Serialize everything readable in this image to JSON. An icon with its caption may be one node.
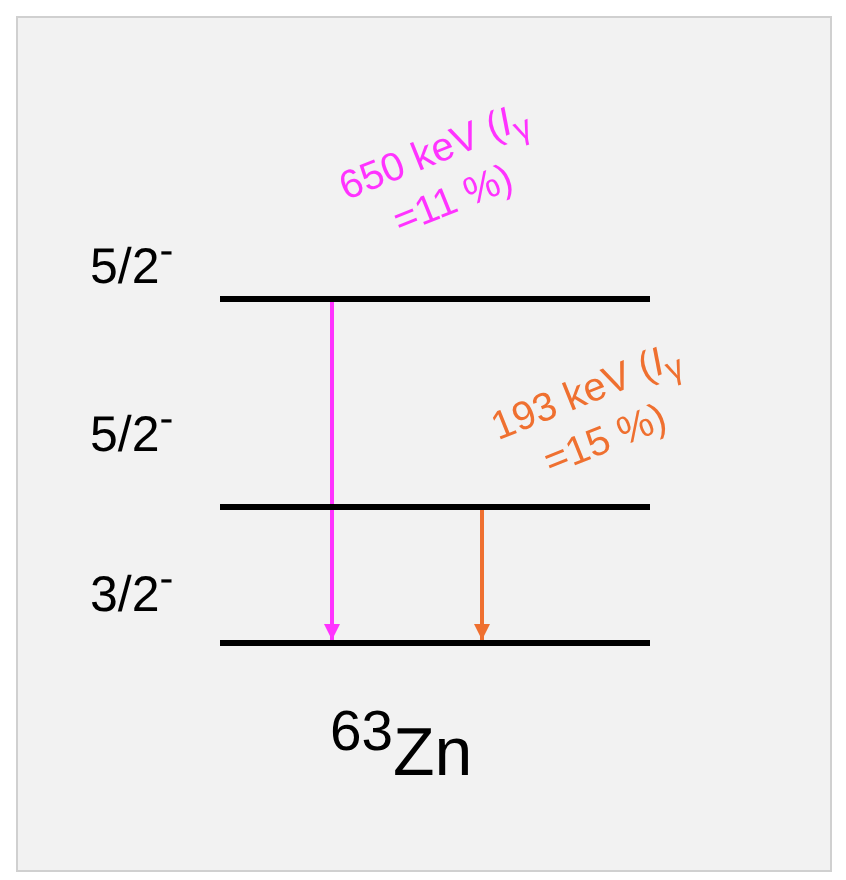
{
  "diagram": {
    "nodes": [
      {
        "text": [],
        "shape": "bar",
        "beside": [
          "5/2$^{-}$"
        ]
      },
      {
        "text": [],
        "shape": "bar",
        "beside": [
          "5/2$^{-}$"
        ]
      },
      {
        "text": [],
        "shape": "bar",
        "beside": [
          "3/2$^{-}$"
        ]
      }
    ],
    "edges": [
      {
        "from": 0,
        "to": 2,
        "arrow": "to",
        "label": "650 keV (*I*$_{γ}$ =11 %)",
        "color": "#ff33ff"
      },
      {
        "from": 1,
        "to": 2,
        "arrow": "to",
        "label": "193 keV (*I*$_{γ}$ =15 %)",
        "color": "#ef7030"
      }
    ],
    "labels": [
      "$^{63}$Zn"
    ]
  }
}
